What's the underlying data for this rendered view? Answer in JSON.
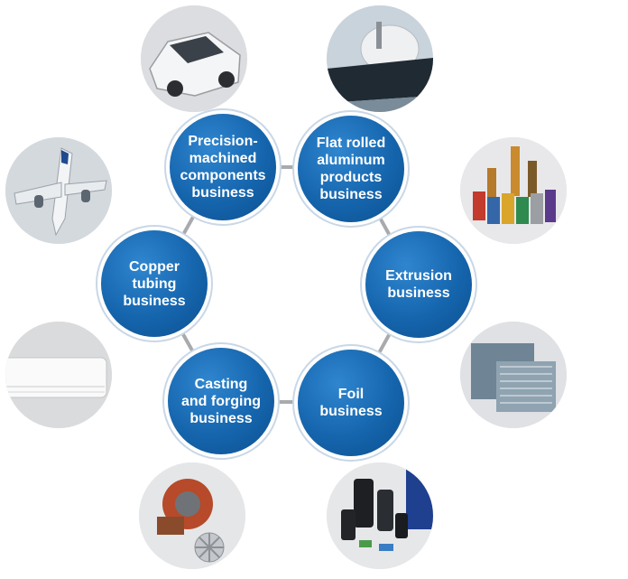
{
  "businesses": [
    {
      "label": "Precision-\nmachined\ncomponents\nbusiness"
    },
    {
      "label": "Flat rolled\naluminum\nproducts\nbusiness"
    },
    {
      "label": "Extrusion\nbusiness"
    },
    {
      "label": "Foil\nbusiness"
    },
    {
      "label": "Casting\nand forging\nbusiness"
    },
    {
      "label": "Copper\ntubing\nbusiness"
    }
  ],
  "photos": [
    {
      "icon": "car-icon"
    },
    {
      "icon": "lng-tanker-ship-icon"
    },
    {
      "icon": "beverage-cans-icon"
    },
    {
      "icon": "heat-exchanger-icon"
    },
    {
      "icon": "capacitors-icon"
    },
    {
      "icon": "turbocharger-icon"
    },
    {
      "icon": "air-conditioner-icon"
    },
    {
      "icon": "airplane-icon"
    }
  ],
  "colors": {
    "circle_blue": "#1565ad",
    "ring_gray": "#a8aaad",
    "photo_bg": "#e3e4e6"
  }
}
